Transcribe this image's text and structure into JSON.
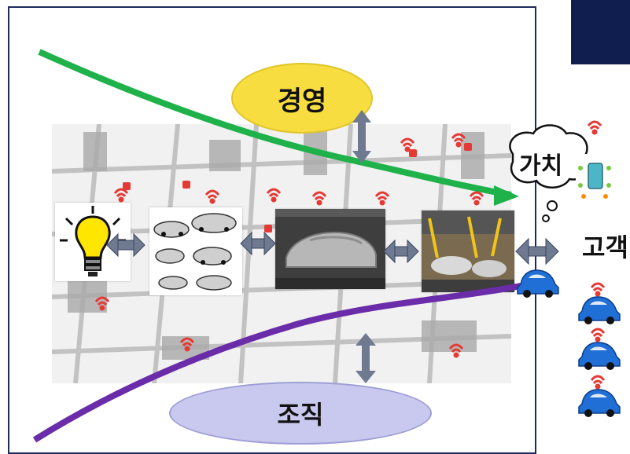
{
  "labels": {
    "management": "경영",
    "organization": "조직",
    "value": "가치",
    "customer": "고객"
  },
  "colors": {
    "management_fill": "#f7dd3f",
    "organization_fill": "#c9c9ef",
    "green_arrow": "#1fb24a",
    "purple_arrow": "#6a2ca8",
    "car_blue": "#1f6fd6",
    "wifi_red": "#e53935",
    "connector_gray": "#6f7a90"
  },
  "icons": [
    "lightbulb-icon",
    "car-sketches-image",
    "car-3d-model-image",
    "assembly-line-image",
    "wifi-icon",
    "car-icon",
    "phone-icon",
    "thought-cloud-icon"
  ]
}
